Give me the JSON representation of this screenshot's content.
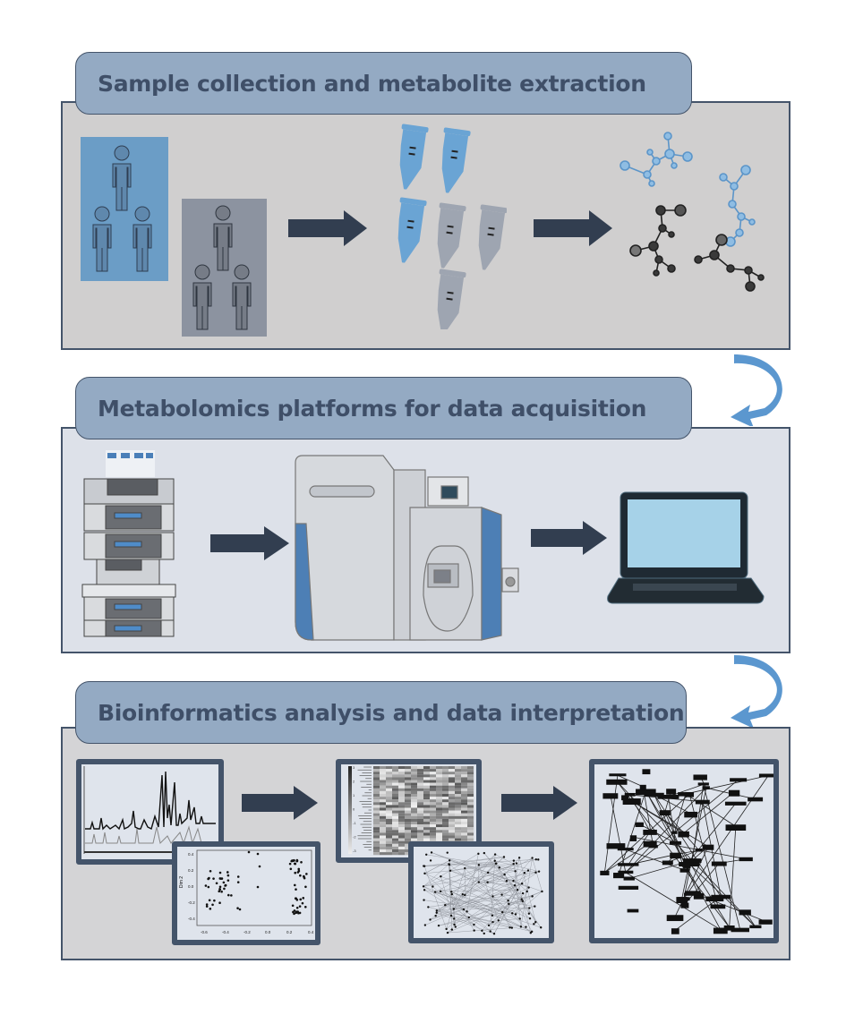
{
  "figure": {
    "sections": [
      {
        "title": "Sample collection and metabolite extraction",
        "steps": [
          "case-group-icon",
          "control-group-icon",
          "arrow-right-icon",
          "sample-tubes-icon",
          "arrow-right-icon",
          "metabolite-molecules-icon"
        ],
        "groups": [
          {
            "name": "group-a",
            "color": "#6b9dc6",
            "person_count": 3
          },
          {
            "name": "group-b",
            "color": "#8c93a0",
            "person_count": 3
          }
        ],
        "tubes": {
          "blue_count": 3,
          "gray_count": 3,
          "blue_color": "#6aa4d4",
          "gray_color": "#9ea5b1"
        }
      },
      {
        "title": "Metabolomics platforms for data acquisition",
        "steps": [
          "lc-system-icon",
          "arrow-right-icon",
          "mass-spectrometer-icon",
          "arrow-right-icon",
          "laptop-icon"
        ]
      },
      {
        "title": "Bioinformatics analysis and data interpretation",
        "steps": [
          "chromatogram-plot",
          "pca-scatter-plot",
          "arrow-right-icon",
          "heatmap-plot",
          "network-plot",
          "arrow-right-icon",
          "pathway-map"
        ],
        "scatter": {
          "ylabel": "Dim 2",
          "xticks": [
            "-0.6",
            "-0.4",
            "-0.2",
            "0.0",
            "0.2",
            "0.4"
          ],
          "yticks": [
            "0.4",
            "0.2",
            "0.0",
            "-0.2",
            "-0.4"
          ]
        },
        "heatmap": {
          "colorbar_ticks": [
            "3",
            "2",
            "1",
            "0",
            "-1",
            "-2",
            "-3"
          ]
        }
      }
    ],
    "colors": {
      "tab_fill": "#94aac3",
      "tab_text": "#3f4f68",
      "border": "#44546a",
      "arrow": "#323e50",
      "curved_arrow": "#5b97cf"
    }
  }
}
